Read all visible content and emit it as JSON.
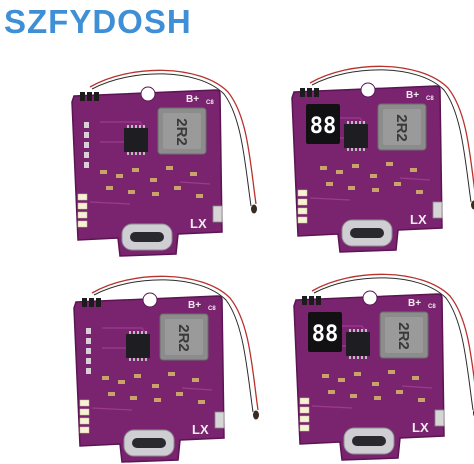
{
  "brand": {
    "text": "SZFYDOSH",
    "color": "#3f8fd6"
  },
  "colors": {
    "pcb": "#7a2470",
    "pcb_edge": "#5a1552",
    "silkscreen": "#f2ecf0",
    "inductor": "#8c8c8c",
    "chip": "#1e1e22",
    "usb_c": "#cfcfd3",
    "wire_red": "#b8322d",
    "wire_black": "#2b2b2b",
    "led": "#f7f1d5",
    "display_segment": "#ffffff"
  },
  "boards": [
    {
      "inductor_label": "2R2",
      "port_label": "LX",
      "header_label": "B+",
      "corner_label": "C8",
      "has_display": false,
      "display_value": ""
    },
    {
      "inductor_label": "2R2",
      "port_label": "LX",
      "header_label": "B+",
      "corner_label": "C8",
      "has_display": true,
      "display_value": "88"
    },
    {
      "inductor_label": "2R2",
      "port_label": "LX",
      "header_label": "B+",
      "corner_label": "C8",
      "has_display": false,
      "display_value": ""
    },
    {
      "inductor_label": "2R2",
      "port_label": "LX",
      "header_label": "B+",
      "corner_label": "C8",
      "has_display": true,
      "display_value": "88"
    }
  ]
}
